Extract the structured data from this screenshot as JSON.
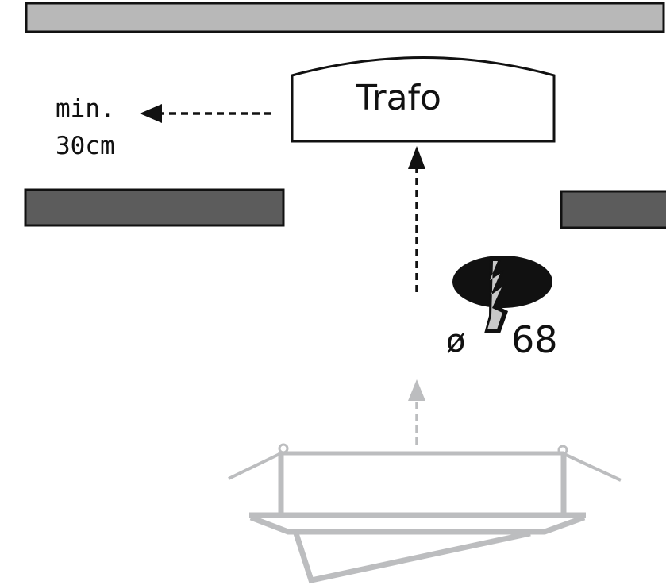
{
  "labels": {
    "transformer": "Trafo",
    "distance_line1": "min.",
    "distance_line2": "30cm",
    "diameter_symbol": "ø",
    "diameter_value": "68"
  },
  "colors": {
    "ceiling_top": "#b8b8b8",
    "ceiling_panel": "#5c5c5c",
    "fixture": "#bcbdbf",
    "ink": "#111111",
    "bolt": "#c8c8c8"
  }
}
